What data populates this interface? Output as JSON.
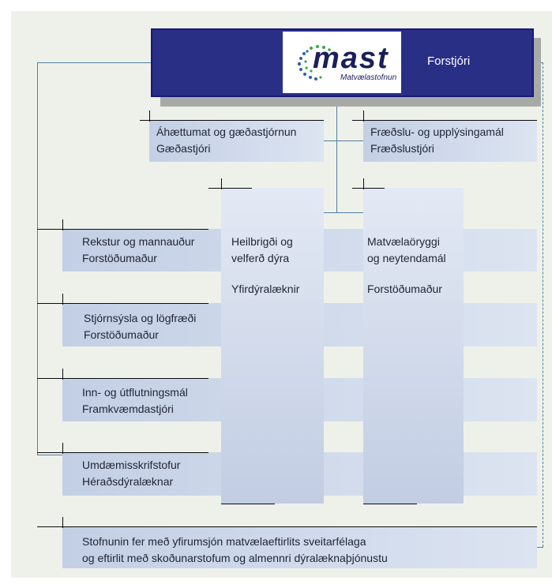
{
  "header": {
    "logo_text": "mast",
    "logo_subtext": "Matvælastofnun",
    "title": "Forstjóri"
  },
  "staff": [
    {
      "line1": "Áhættumat og gæðastjórnun",
      "line2": "Gæðastjóri"
    },
    {
      "line1": "Fræðslu- og upplýsingamál",
      "line2": "Fræðslustjóri"
    }
  ],
  "columns": [
    {
      "line1": "Heilbrigði og",
      "line2": "velferð dýra",
      "line3": "Yfirdýralæknir"
    },
    {
      "line1": "Matvælaöryggi",
      "line2": "og neytendamál",
      "line3": "Forstöðumaður"
    }
  ],
  "rows": [
    {
      "line1": "Rekstur og mannauður",
      "line2": "Forstöðumaður"
    },
    {
      "line1": "Stjórnsýsla og lögfræði",
      "line2": "Forstöðumaður"
    },
    {
      "line1": "Inn- og útflutningsmál",
      "line2": "Framkvæmdastjóri"
    },
    {
      "line1": "Umdæmisskrifstofur",
      "line2": "Héraðsdýralæknar"
    }
  ],
  "footer": {
    "line1": "Stofnunin fer með yfirumsjón matvælaeftirlits sveitarfélaga",
    "line2": "og eftirlit með skoðunarstofum og almennri dýralæknaþjónustu"
  },
  "colors": {
    "header": "#2a2f86",
    "connector": "#4f7fa3",
    "box_light": "#dce4f1",
    "box_dark": "#c3cfe5"
  }
}
